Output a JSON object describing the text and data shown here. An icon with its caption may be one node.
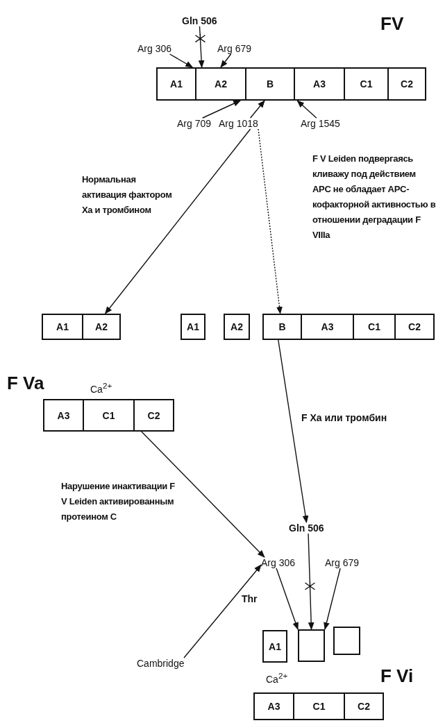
{
  "diagram": {
    "nodes": [
      {
        "text": [
          "Gln 506"
        ]
      },
      {
        "text": [
          "Arg 306"
        ]
      },
      {
        "text": [
          "Arg 679"
        ]
      },
      {
        "text": [
          "A1"
        ]
      },
      {
        "text": [
          "A2"
        ]
      },
      {
        "text": [
          "B"
        ]
      },
      {
        "text": [
          "A3"
        ]
      },
      {
        "text": [
          "C1"
        ]
      },
      {
        "text": [
          "C2"
        ]
      },
      {
        "text": [
          "Arg 709"
        ]
      },
      {
        "text": [
          "Arg 1018"
        ]
      },
      {
        "text": [
          "Arg 1545"
        ]
      },
      {
        "text": [
          "A1"
        ]
      },
      {
        "text": [
          "A2"
        ]
      },
      {
        "text": [
          "A1"
        ]
      },
      {
        "text": [
          "A2"
        ]
      },
      {
        "text": [
          "B"
        ]
      },
      {
        "text": [
          "A3"
        ]
      },
      {
        "text": [
          "C1"
        ]
      },
      {
        "text": [
          "C2"
        ]
      },
      {
        "text": [
          "A3"
        ]
      },
      {
        "text": [
          "C1"
        ]
      },
      {
        "text": [
          "C2"
        ]
      },
      {
        "text": [
          "Gln 506"
        ]
      },
      {
        "text": [
          "Arg 306"
        ]
      },
      {
        "text": [
          "Arg 679"
        ]
      },
      {
        "text": [
          "Cambridge"
        ]
      },
      {
        "text": [
          "A1"
        ]
      },
      {
        "text": [],
        "shape": "box"
      },
      {
        "text": [],
        "shape": "box"
      },
      {
        "text": [
          "A3"
        ]
      },
      {
        "text": [
          "C1"
        ]
      },
      {
        "text": [
          "C2"
        ]
      }
    ],
    "edges": [
      {
        "from": 0,
        "to": 4,
        "arrow": "to"
      },
      {
        "from": 1,
        "to": 3,
        "arrow": "to"
      },
      {
        "from": 2,
        "to": 4,
        "arrow": "to"
      },
      {
        "from": 9,
        "to": 4,
        "arrow": "to"
      },
      {
        "from": 10,
        "to": 5,
        "arrow": "to"
      },
      {
        "from": 11,
        "to": 6,
        "arrow": "to"
      },
      {
        "from": 10,
        "to": 13,
        "arrow": "to",
        "label": "Нормальная активация фактором Xa и тромбином"
      },
      {
        "from": 10,
        "to": 16,
        "arrow": "to",
        "style": "dashed",
        "label": "F V Leiden подвергаясь кливажу под действием APC не обладает APC-кофакторной активностью в отношении деградации F VIIIa"
      },
      {
        "from": 16,
        "to": 23,
        "arrow": "to",
        "label": "F Xa или тромбин"
      },
      {
        "from": 22,
        "to": 24,
        "arrow": "to",
        "label": "Нарушение инактивации F V Leiden активированным протеином C"
      },
      {
        "from": 26,
        "to": 24,
        "arrow": "to",
        "label": "Thr"
      },
      {
        "from": 24,
        "to": 28,
        "arrow": "to"
      },
      {
        "from": 23,
        "to": 28,
        "arrow": "to"
      },
      {
        "from": 25,
        "to": 28,
        "arrow": "to"
      }
    ],
    "labels": [
      "FV",
      "F Va",
      "Ca$^{2+}$",
      "Ca$^{2+}$",
      "F Vi"
    ]
  }
}
